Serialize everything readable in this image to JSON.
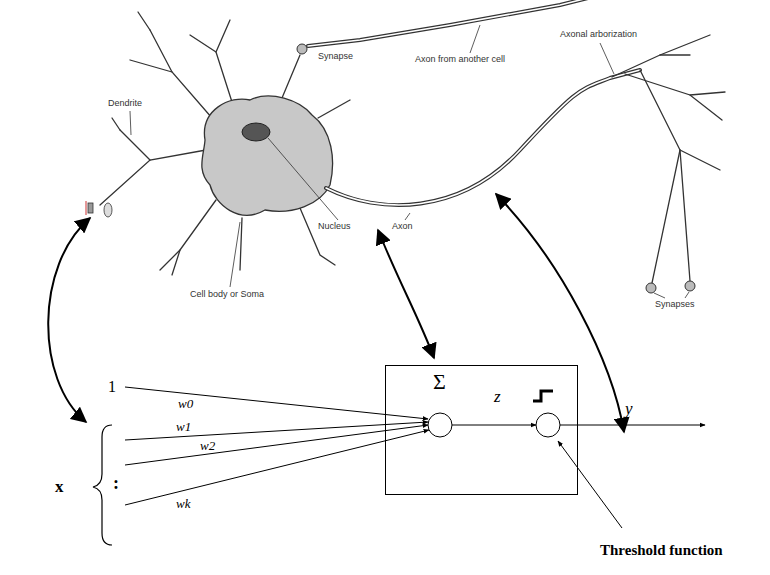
{
  "diagram": {
    "nodes": [
      {
        "text": [
          "Σ",
          "z"
        ]
      }
    ],
    "labels": [
      "Axonal arborization",
      "Axon from another cell",
      "Synapse",
      "Dendrite",
      "Nucleus",
      "Axon",
      "Cell body or Soma",
      "Synapses",
      "1",
      "w0",
      "w1",
      "w2",
      "wk",
      "x",
      ":",
      "y",
      "Threshold function"
    ]
  }
}
